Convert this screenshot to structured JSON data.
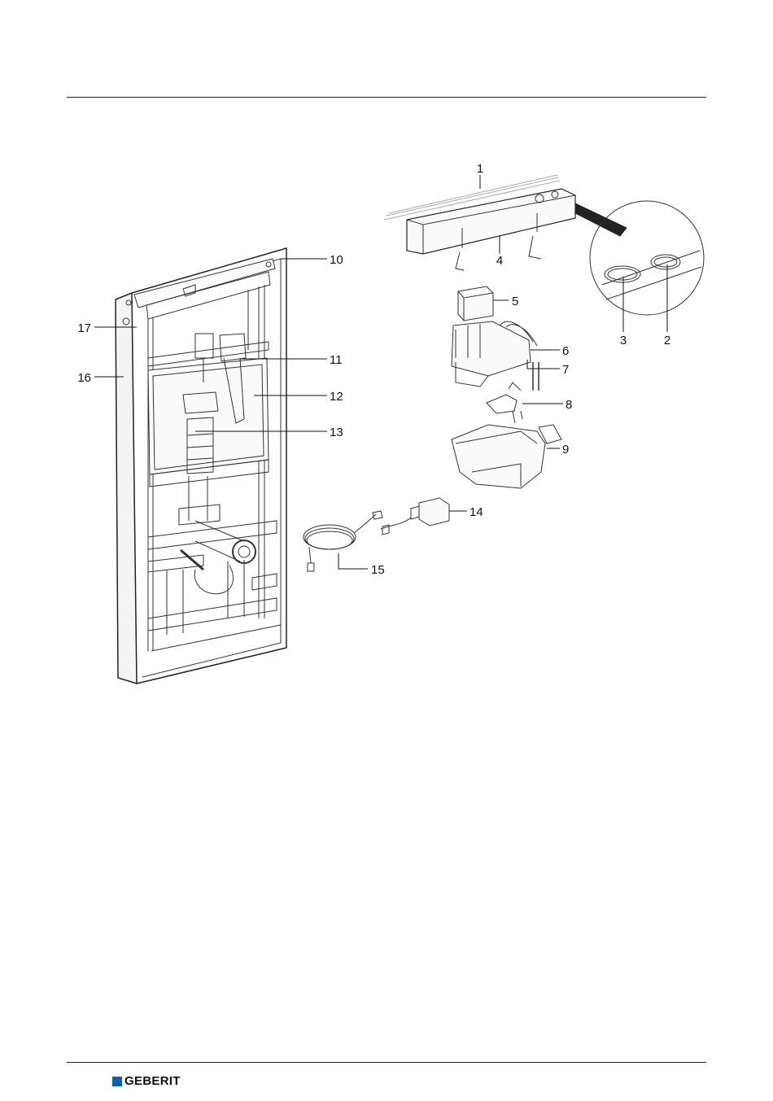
{
  "brand": {
    "name": "GEBERIT",
    "accent_color": "#0a63b0"
  },
  "callouts": {
    "c1": "1",
    "c2": "2",
    "c3": "3",
    "c4": "4",
    "c5": "5",
    "c6": "6",
    "c7": "7",
    "c8": "8",
    "c9": "9",
    "c10": "10",
    "c11": "11",
    "c12": "12",
    "c13": "13",
    "c14": "14",
    "c15": "15",
    "c16": "16",
    "c17": "17"
  }
}
